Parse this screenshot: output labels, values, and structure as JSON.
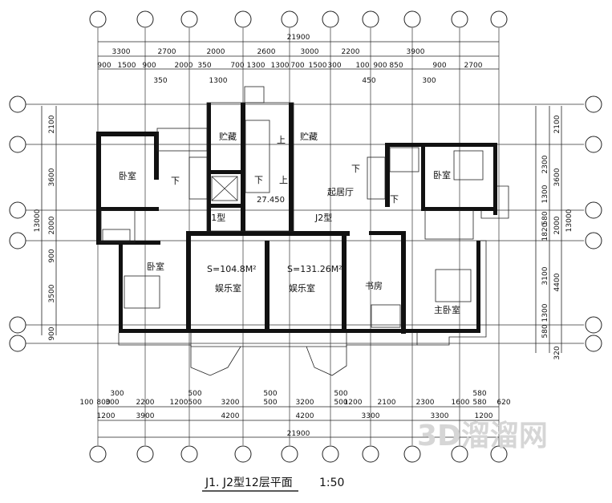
{
  "title": "J1. J2型12层平面",
  "scale": "1:50",
  "watermark": "3D溜溜网",
  "dims": {
    "top_total": "21900",
    "top_row1": [
      "3300",
      "2700",
      "2000",
      "2600",
      "3000",
      "2200",
      "3900"
    ],
    "top_row2": [
      "900",
      "1500",
      "900",
      "2000",
      "350",
      "700",
      "1300",
      "1300",
      "700",
      "1500",
      "300",
      "100",
      "900",
      "850",
      "900",
      "2700"
    ],
    "top_row3": [
      "350",
      "1300",
      "450",
      "300"
    ],
    "bottom_total": "21900",
    "bottom_row1": [
      "1200",
      "3900",
      "4200",
      "4200",
      "3300",
      "3300",
      "1200"
    ],
    "bottom_row2": [
      "100",
      "800",
      "300",
      "2200",
      "1200",
      "500",
      "3200",
      "500",
      "3200",
      "500",
      "1200",
      "2100",
      "2300",
      "1600",
      "580",
      "620"
    ],
    "bottom_row3": [
      "300",
      "500",
      "500",
      "500",
      "580"
    ],
    "left_total": "13000",
    "left_segments": [
      "2100",
      "3600",
      "2000",
      "900",
      "3500",
      "900"
    ],
    "right_total": "13000",
    "right_outer": [
      "2100",
      "3600",
      "2000",
      "4400",
      "320"
    ],
    "right_inner": [
      "2300",
      "1300",
      "580",
      "1820",
      "3100",
      "1300",
      "580"
    ]
  },
  "rooms": {
    "bed1": "卧室",
    "bed2": "卧室",
    "bed3": "卧室",
    "master": "主卧室",
    "storage_left": "贮藏",
    "storage_right": "贮藏",
    "living": "起居厅",
    "ent_left": "娱乐室",
    "ent_right": "娱乐室",
    "study": "书房",
    "area_left": "S=104.8M²",
    "area_right": "S=131.26M²",
    "type_j1": "J1型",
    "type_j2": "J2型",
    "level": "27.450",
    "down1": "下",
    "down2": "下",
    "down3": "下",
    "up1": "上",
    "up2": "上",
    "down4": "下"
  }
}
